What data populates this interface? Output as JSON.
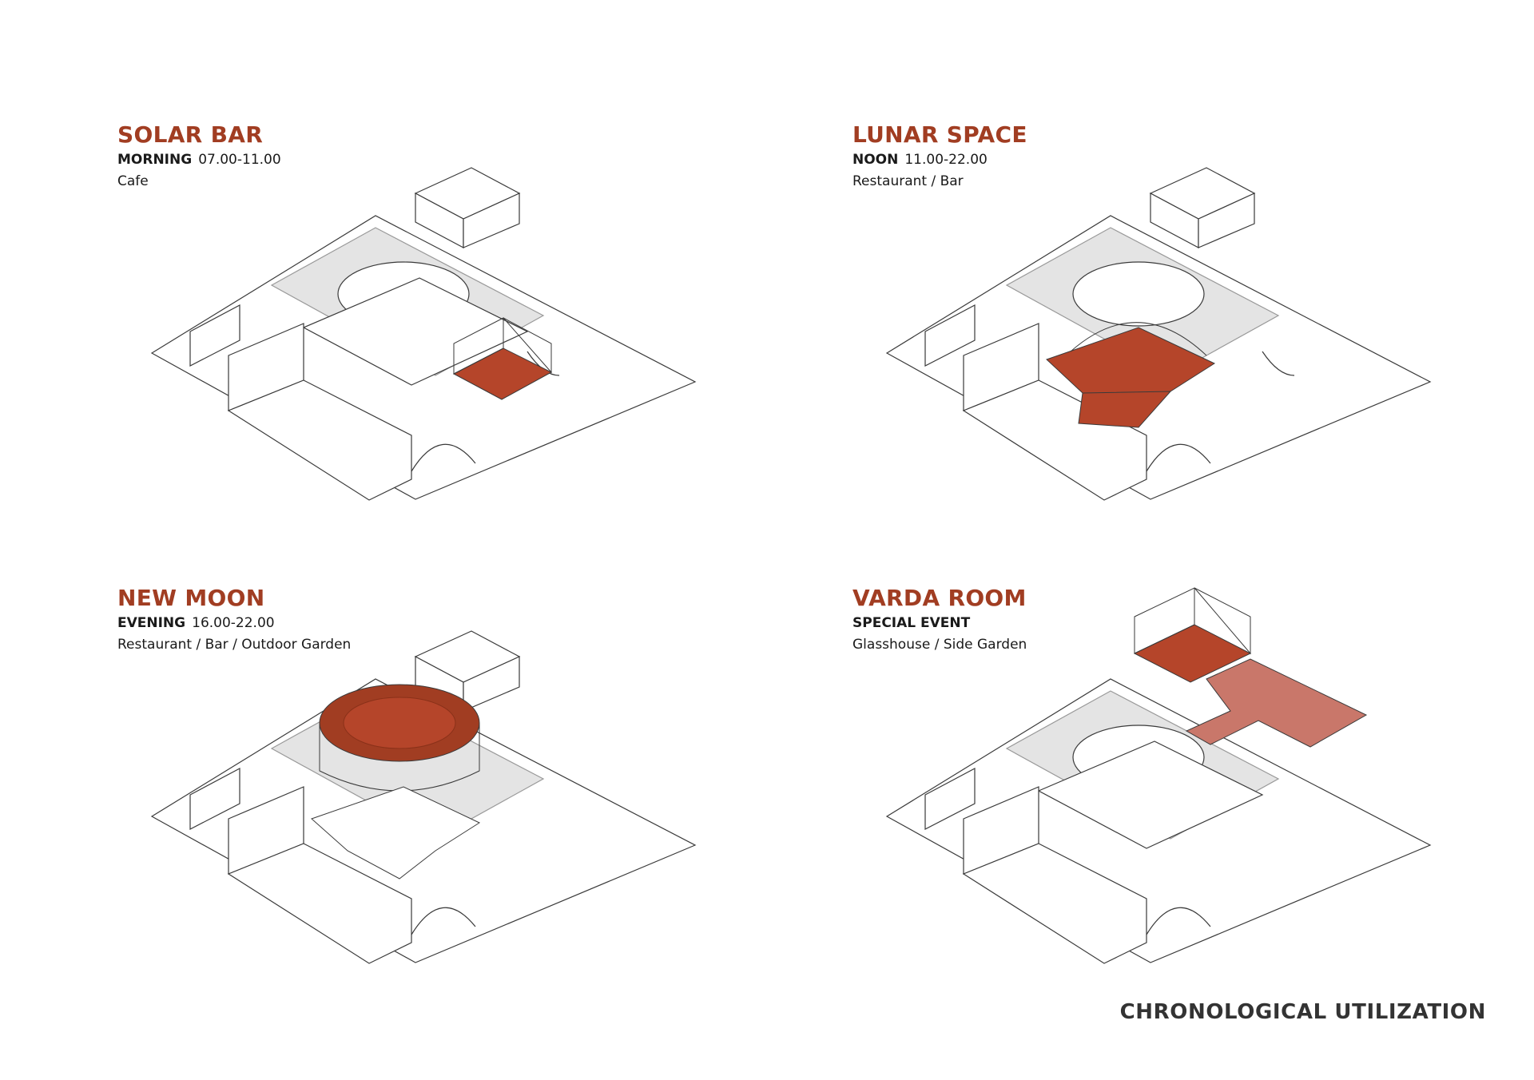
{
  "panels": [
    {
      "title": "SOLAR BAR",
      "period": "MORNING",
      "hours": "07.00-11.00",
      "function": "Cafe"
    },
    {
      "title": "LUNAR SPACE",
      "period": "NOON",
      "hours": "11.00-22.00",
      "function": "Restaurant / Bar"
    },
    {
      "title": "NEW MOON",
      "period": "EVENING",
      "hours": "16.00-22.00",
      "function": "Restaurant / Bar / Outdoor Garden"
    },
    {
      "title": "VARDA ROOM",
      "period": "SPECIAL EVENT",
      "hours": "",
      "function": "Glasshouse / Side Garden"
    }
  ],
  "caption": "CHRONOLOGICAL UTILIZATION",
  "colors": {
    "accent": "#a13d22",
    "highlight": "#b5452a",
    "highlight_light": "#c9776a",
    "courtyard": "#e4e4e4",
    "line": "#3a3a3a"
  }
}
